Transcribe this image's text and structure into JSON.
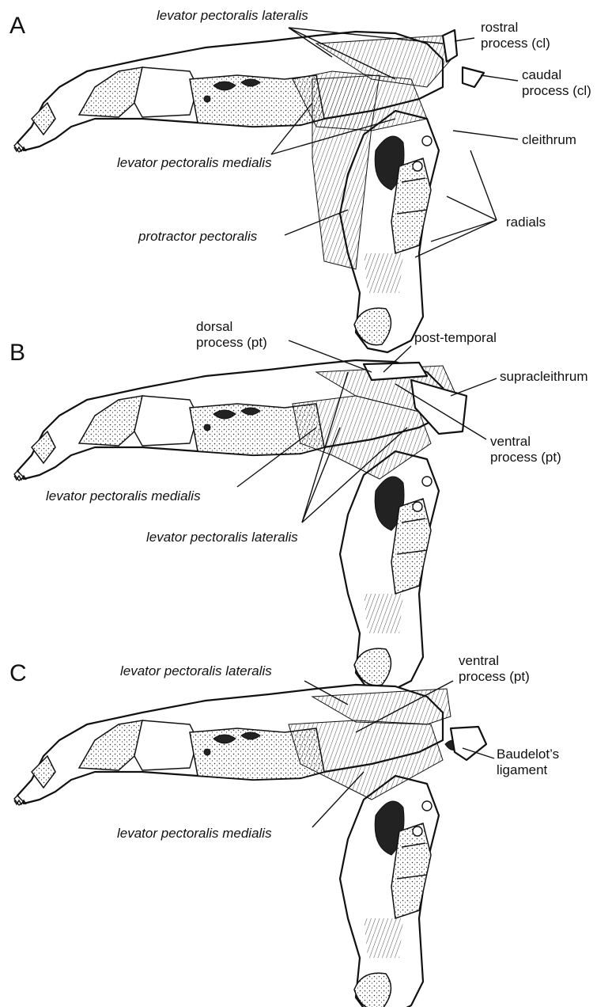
{
  "panels": [
    {
      "letter": "A",
      "labels": {
        "lpl": "levator pectoralis lateralis",
        "rostral": "rostral\nprocess (cl)",
        "caudal": "caudal\nprocess (cl)",
        "cleithrum": "cleithrum",
        "lpm": "levator pectoralis medialis",
        "radials": "radials",
        "protractor": "protractor pectoralis"
      }
    },
    {
      "letter": "B",
      "labels": {
        "dorsal": "dorsal\nprocess (pt)",
        "posttemporal": "post-temporal",
        "supracleithrum": "supracleithrum",
        "ventral": "ventral\nprocess (pt)",
        "lpm": "levator pectoralis medialis",
        "lpl": "levator pectoralis lateralis"
      }
    },
    {
      "letter": "C",
      "labels": {
        "lpl": "levator pectoralis lateralis",
        "ventral": "ventral\nprocess (pt)",
        "baudelot": "Baudelot’s\nligament",
        "lpm": "levator pectoralis medialis"
      }
    }
  ],
  "colors": {
    "ink": "#111111",
    "paper": "#ffffff"
  }
}
